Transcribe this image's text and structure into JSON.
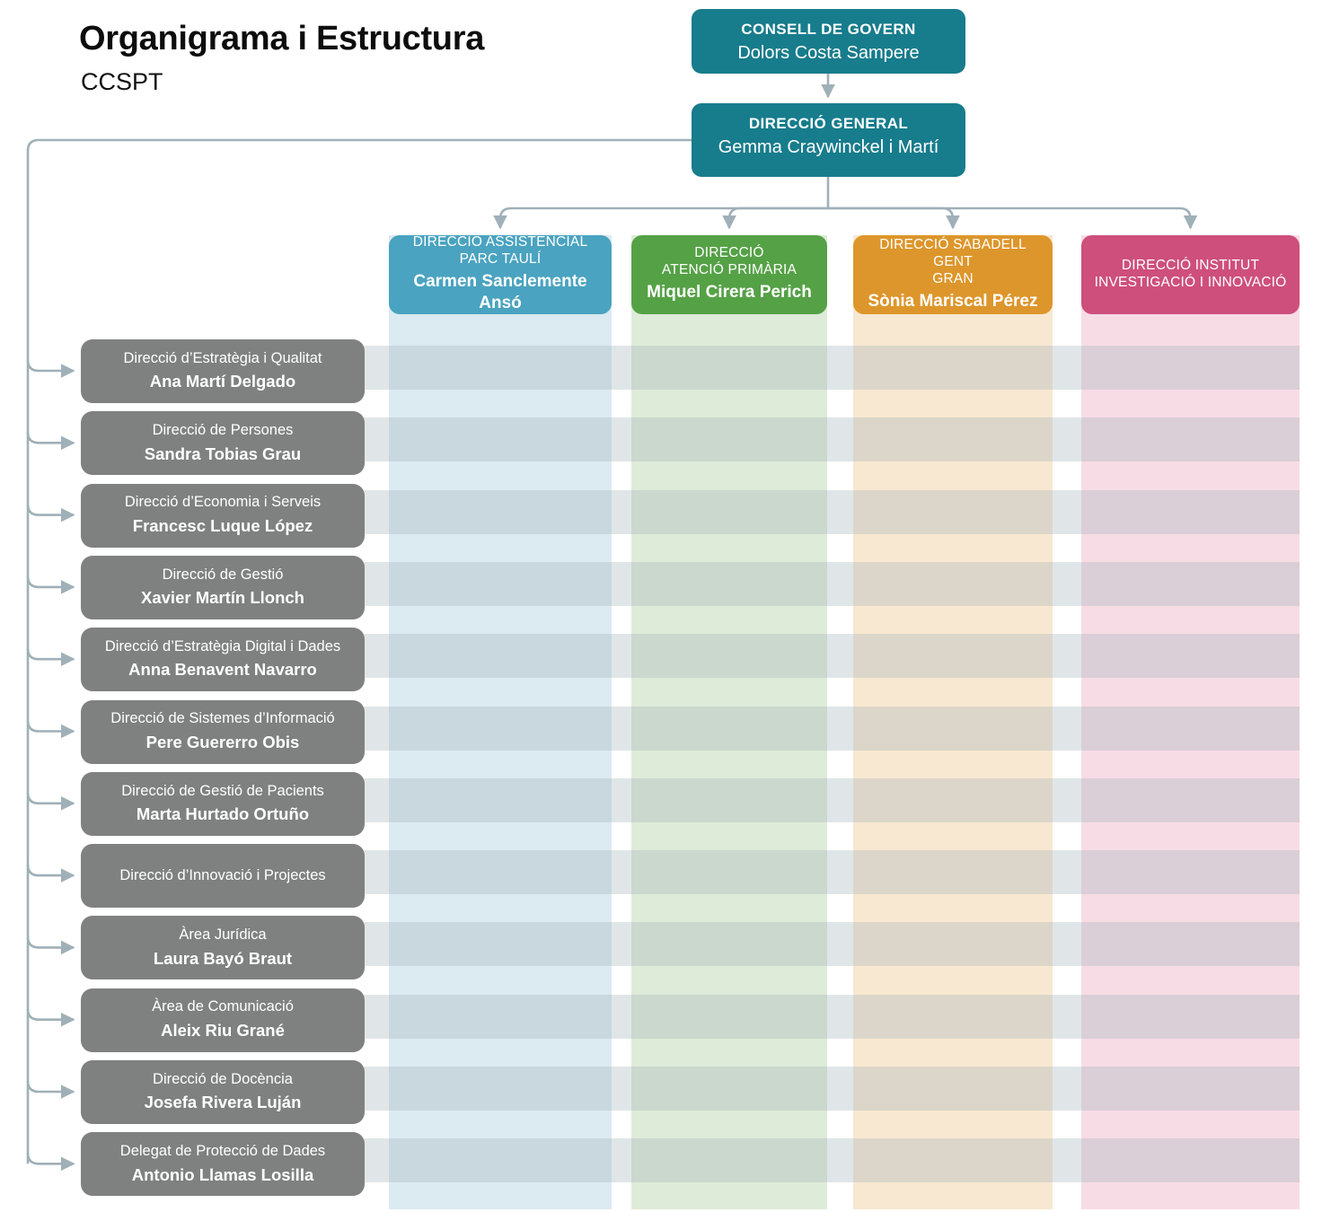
{
  "header": {
    "title": "Organigrama i Estructura",
    "subtitle": "CCSPT"
  },
  "colors": {
    "teal": "#177C8C",
    "blue": "#4AA3C0",
    "green": "#55A146",
    "orange": "#DD962B",
    "pink": "#CE4F7C",
    "gray_box": "#7F8181",
    "connector": "#9FB0B8",
    "row_band": "#A0B2BA"
  },
  "top_nodes": [
    {
      "id": "consell-de-govern",
      "role": "CONSELL DE GOVERN",
      "person": "Dolors Costa Sampere"
    },
    {
      "id": "direccio-general",
      "role": "DIRECCIÓ GENERAL",
      "person": "Gemma Craywinckel i Martí"
    }
  ],
  "columns": [
    {
      "id": "direccio-assistencial-parc-tauli",
      "role": "DIRECCIÓ ASSISTENCIAL PARC TAULÍ",
      "role_line1": "DIRECCIÓ ASSISTENCIAL",
      "role_line2": "PARC TAULÍ",
      "person": "Carmen Sanclemente Ansó",
      "color": "#4AA3C0",
      "band_color": "#DCEAF1"
    },
    {
      "id": "direccio-atencio-primaria",
      "role": "DIRECCIÓ ATENCIÓ PRIMÀRIA",
      "role_line1": "DIRECCIÓ",
      "role_line2": "ATENCIÓ PRIMÀRIA",
      "person": "Miquel Cirera Perich",
      "color": "#55A146",
      "band_color": "#DEEBD9"
    },
    {
      "id": "direccio-sabadell-gent-gran",
      "role": "DIRECCIÓ SABADELL GENT GRAN",
      "role_line1": "DIRECCIÓ SABADELL GENT",
      "role_line2": "GRAN",
      "person": "Sònia Mariscal Pérez",
      "color": "#DD962B",
      "band_color": "#F8E8D1"
    },
    {
      "id": "direccio-institut-investigacio-i-innovacio",
      "role": "DIRECCIÓ INSTITUT INVESTIGACIÓ I INNOVACIÓ",
      "role_line1": "DIRECCIÓ INSTITUT",
      "role_line2": "INVESTIGACIÓ I INNOVACIÓ",
      "person": "",
      "color": "#CE4F7C",
      "band_color": "#F7DCE6"
    }
  ],
  "staff": [
    {
      "id": "direccio-estrategia-i-qualitat",
      "role": "Direcció d’Estratègia i Qualitat",
      "person": "Ana Martí Delgado"
    },
    {
      "id": "direccio-de-persones",
      "role": "Direcció de Persones",
      "person": "Sandra Tobias Grau"
    },
    {
      "id": "direccio-economia-i-serveis",
      "role": "Direcció d’Economia i Serveis",
      "person": "Francesc Luque López"
    },
    {
      "id": "direccio-de-gestio",
      "role": "Direcció de Gestió",
      "person": "Xavier Martín Llonch"
    },
    {
      "id": "direccio-estrategia-digital-i-dades",
      "role": "Direcció d’Estratègia Digital i Dades",
      "person": "Anna Benavent Navarro"
    },
    {
      "id": "direccio-de-sistemes-informacio",
      "role": "Direcció de Sistemes d’Informació",
      "person": "Pere Guererro Obis"
    },
    {
      "id": "direccio-de-gestio-de-pacients",
      "role": "Direcció de Gestió de Pacients",
      "person": "Marta Hurtado Ortuño"
    },
    {
      "id": "direccio-innovacio-i-projectes",
      "role": "Direcció d’Innovació i Projectes",
      "person": ""
    },
    {
      "id": "area-juridica",
      "role": "Àrea Jurídica",
      "person": "Laura Bayó Braut"
    },
    {
      "id": "area-de-comunicacio",
      "role": "Àrea de Comunicació",
      "person": "Aleix Riu Grané"
    },
    {
      "id": "direccio-de-docencia",
      "role": "Direcció de Docència",
      "person": "Josefa Rivera Luján"
    },
    {
      "id": "delegat-de-proteccio-de-dades",
      "role": "Delegat de Protecció de Dades",
      "person": "Antonio Llamas Losilla"
    }
  ]
}
